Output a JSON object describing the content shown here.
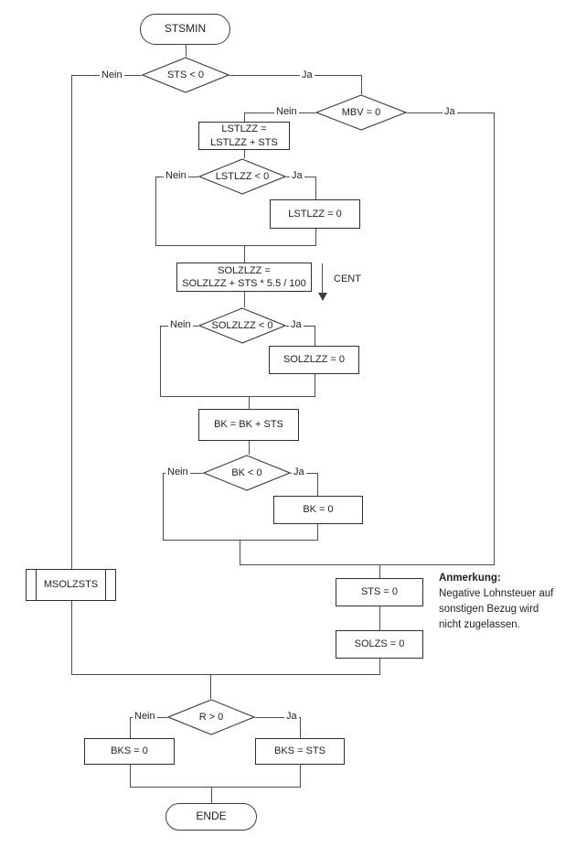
{
  "flowchart": {
    "start_label": "STSMIN",
    "end_label": "ENDE",
    "decisions": {
      "sts": {
        "label": "STS < 0",
        "no": "Nein",
        "yes": "Ja"
      },
      "mbv": {
        "label": "MBV = 0",
        "no": "Nein",
        "yes": "Ja"
      },
      "lstlzz": {
        "label": "LSTLZZ < 0",
        "no": "Nein",
        "yes": "Ja"
      },
      "solzlzz": {
        "label": "SOLZLZZ < 0",
        "no": "Nein",
        "yes": "Ja"
      },
      "bk": {
        "label": "BK < 0",
        "no": "Nein",
        "yes": "Ja"
      },
      "r": {
        "label": "R > 0",
        "no": "Nein",
        "yes": "Ja"
      }
    },
    "processes": {
      "lstlzz_add": {
        "line1": "LSTLZZ =",
        "line2": "LSTLZZ + STS"
      },
      "lstlzz_zero": "LSTLZZ = 0",
      "solzlzz_add": {
        "line1": "SOLZLZZ =",
        "line2": "SOLZLZZ + STS * 5.5 / 100"
      },
      "solzlzz_zero": "SOLZLZZ = 0",
      "bk_add": "BK = BK + STS",
      "bk_zero": "BK = 0",
      "sts_zero": "STS = 0",
      "solzs_zero": "SOLZS = 0",
      "bks_zero": "BKS = 0",
      "bks_sts": "BKS = STS"
    },
    "subroutine_label": "MSOLZSTS",
    "cent_label": "CENT",
    "note": {
      "heading": "Anmerkung:",
      "line1": "Negative Lohnsteuer auf",
      "line2": "sonstigen Bezug wird",
      "line3": "nicht zugelassen."
    },
    "colors": {
      "line": "#4c4c4c",
      "border": "#2e2e2e",
      "text": "#1f1f1f",
      "background": "#ffffff"
    }
  }
}
